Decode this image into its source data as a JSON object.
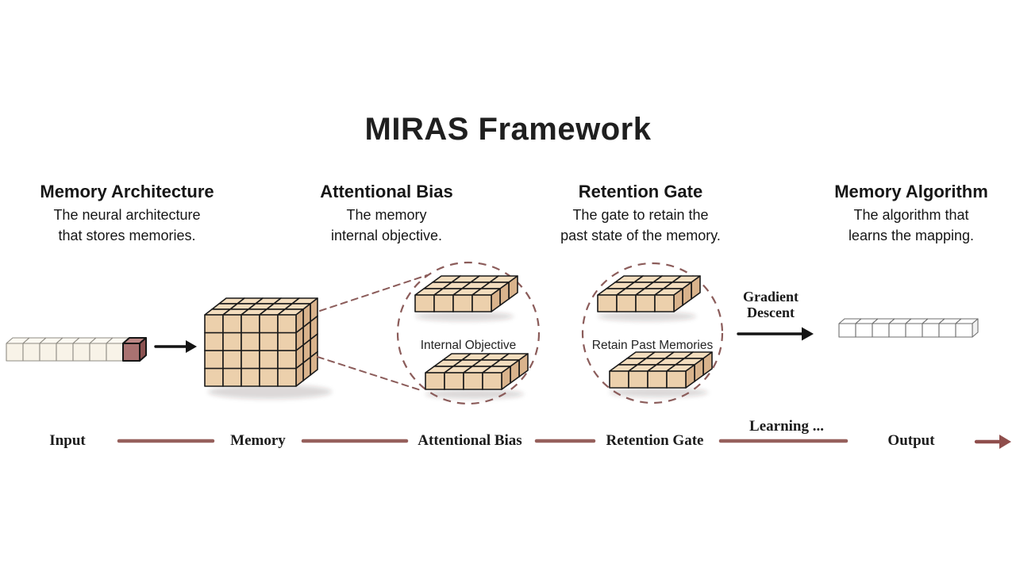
{
  "title": "MIRAS Framework",
  "columns": [
    {
      "heading": "Memory Architecture",
      "description": "The neural architecture\nthat stores memories."
    },
    {
      "heading": "Attentional Bias",
      "description": "The memory\ninternal objective."
    },
    {
      "heading": "Retention Gate",
      "description": "The gate to retain the\npast state of the memory."
    },
    {
      "heading": "Memory Algorithm",
      "description": "The algorithm that\nlearns the mapping."
    }
  ],
  "labels": {
    "internal_objective": "Internal Objective",
    "retain_past_memories": "Retain Past Memories",
    "gradient_descent": "Gradient\nDescent"
  },
  "timeline": {
    "input": "Input",
    "memory": "Memory",
    "attentional_bias": "Attentional Bias",
    "retention_gate": "Retention Gate",
    "learning": "Learning ...",
    "output": "Output"
  },
  "figures": {
    "input_row": {
      "count": 8,
      "highlight_last": true
    },
    "memory_block": {
      "w": 5,
      "h": 4,
      "d": 3
    },
    "slab": {
      "w": 4,
      "h": 1,
      "d": 3
    },
    "output_row": {
      "count": 8
    }
  },
  "colors": {
    "tan": {
      "front": "#ecd0ac",
      "top": "#f3ddbe",
      "side": "#d9b38c",
      "stroke": "#1a1a1a",
      "stroke_width": 1.6
    },
    "cream": {
      "front": "#f8f3e8",
      "top": "#fcf9f2",
      "side": "#e9e1d0",
      "stroke": "#8f8c84",
      "stroke_width": 1.1
    },
    "maroon": {
      "front": "#a97271",
      "top": "#bc8886",
      "side": "#8c5251",
      "stroke": "#161616",
      "stroke_width": 2
    },
    "white": {
      "front": "#ffffff",
      "top": "#fdfdfd",
      "side": "#f1f1f1",
      "stroke": "#6f6f6f",
      "stroke_width": 1.1
    },
    "accent_dashed": "#8b5c5a",
    "timeline_line": "#96605c",
    "timeline_arrow": "#8f4e4c",
    "black_arrow": "#141414",
    "shadow": "rgba(60,50,40,0.18)"
  }
}
